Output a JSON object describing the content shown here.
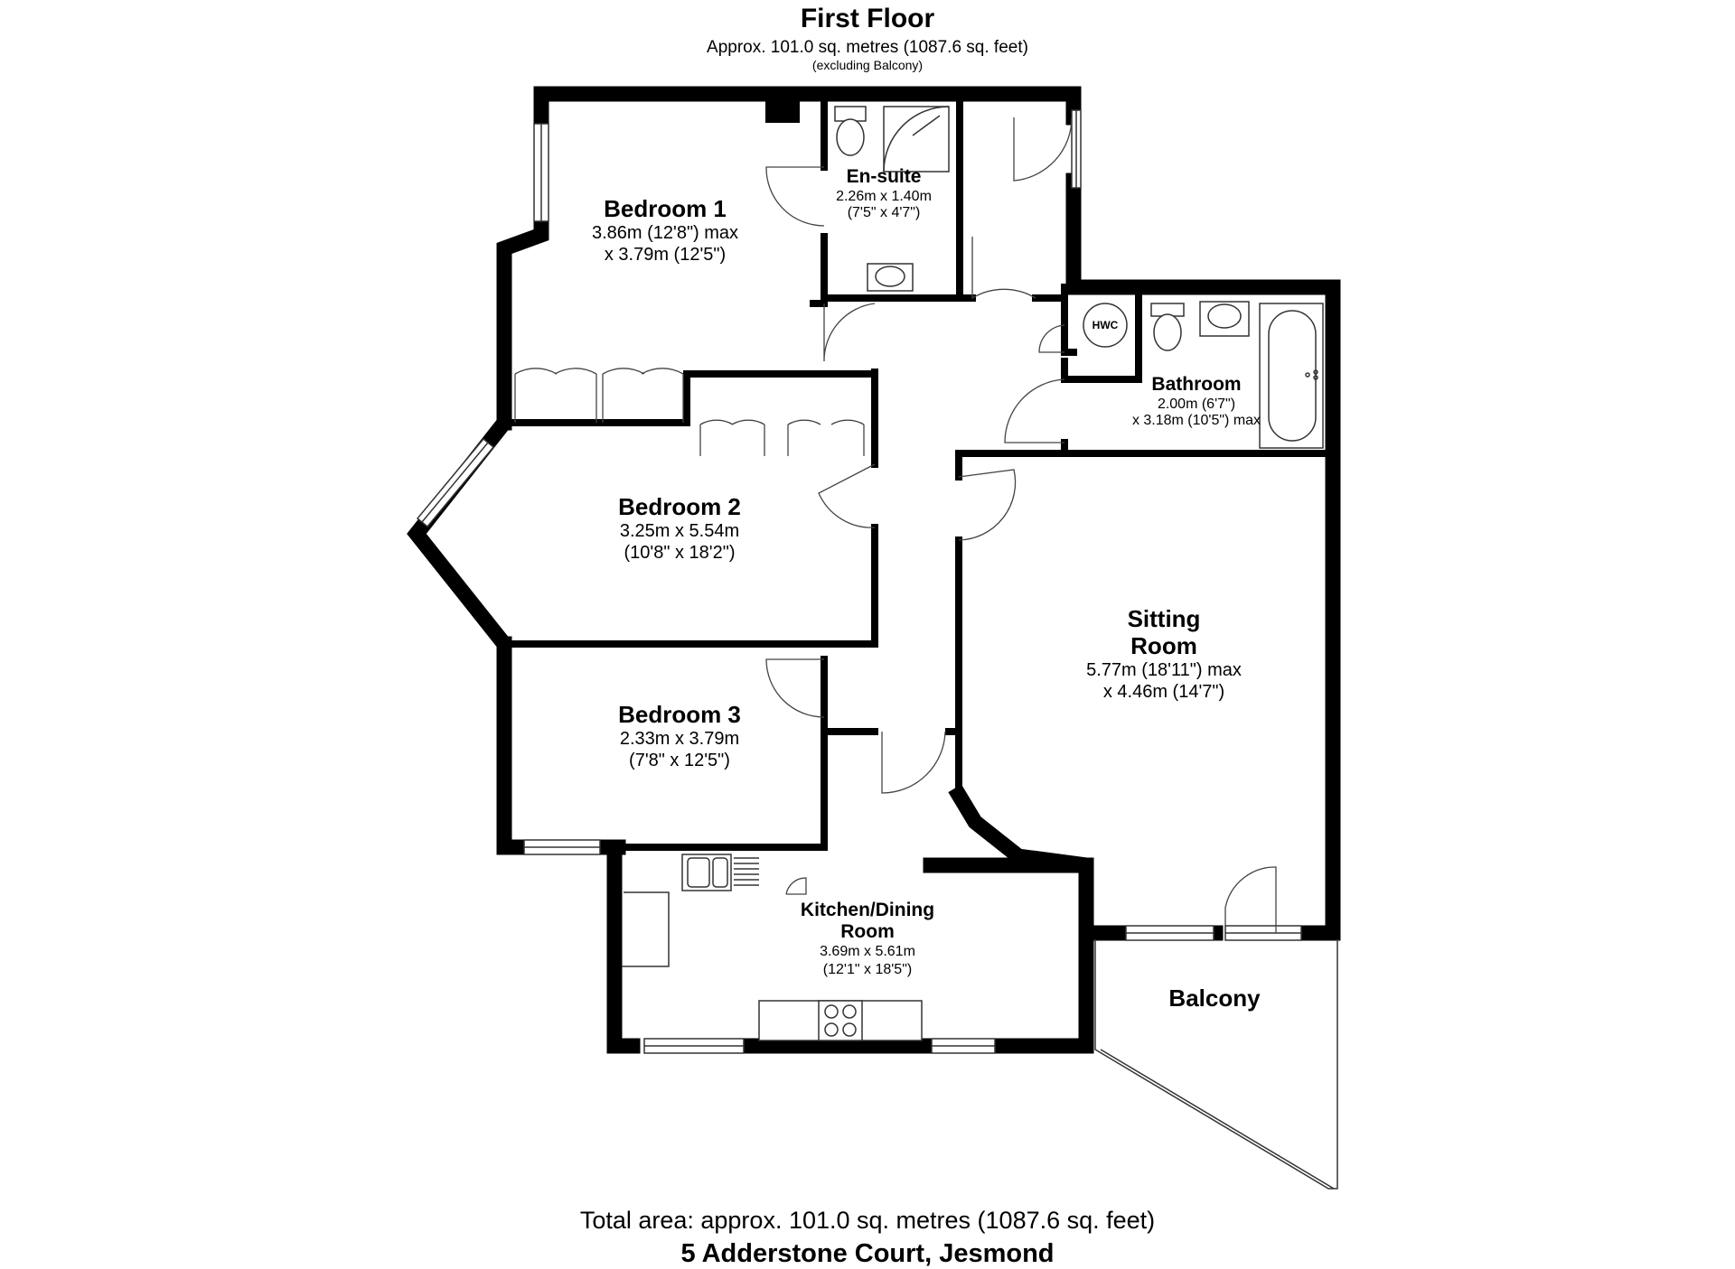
{
  "header": {
    "title": "First Floor",
    "area": "Approx. 101.0 sq. metres (1087.6 sq. feet)",
    "note": "(excluding Balcony)"
  },
  "rooms": {
    "bedroom1": {
      "name": "Bedroom 1",
      "dim1": "3.86m (12'8\") max",
      "dim2": "x 3.79m (12'5\")"
    },
    "ensuite": {
      "name": "En-suite",
      "dim1": "2.26m x 1.40m",
      "dim2": "(7'5\" x 4'7\")"
    },
    "bedroom2": {
      "name": "Bedroom 2",
      "dim1": "3.25m x 5.54m",
      "dim2": "(10'8\" x 18'2\")"
    },
    "bedroom3": {
      "name": "Bedroom 3",
      "dim1": "2.33m x 3.79m",
      "dim2": "(7'8\" x 12'5\")"
    },
    "bathroom": {
      "name": "Bathroom",
      "dim1": "2.00m (6'7\")",
      "dim2": "x 3.18m (10'5\") max"
    },
    "sitting": {
      "name_line1": "Sitting",
      "name_line2": "Room",
      "dim1": "5.77m (18'11\") max",
      "dim2": "x 4.46m (14'7\")"
    },
    "kitchen": {
      "name_line1": "Kitchen/Dining",
      "name_line2": "Room",
      "dim1": "3.69m x 5.61m",
      "dim2": "(12'1\" x 18'5\")"
    },
    "balcony": {
      "name": "Balcony"
    },
    "hwc": {
      "label": "HWC"
    }
  },
  "footer": {
    "total_area": "Total area: approx. 101.0 sq. metres (1087.6 sq. feet)",
    "address": "5 Adderstone Court, Jesmond"
  }
}
